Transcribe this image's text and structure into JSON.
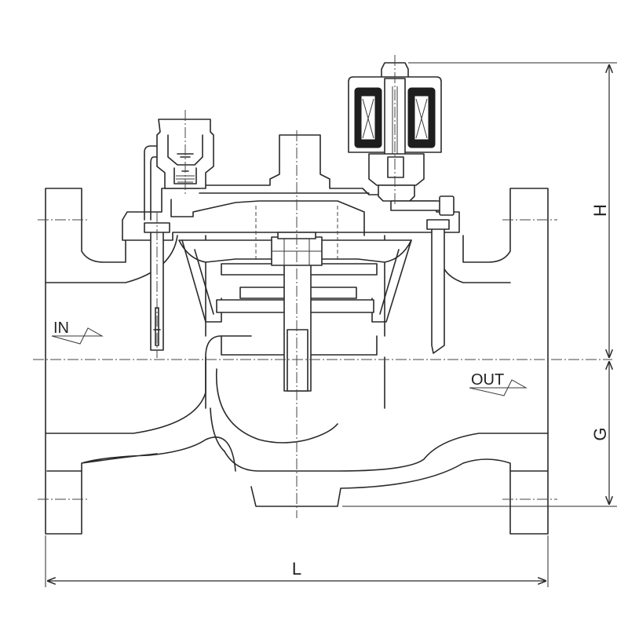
{
  "labels": {
    "inlet": "IN",
    "outlet": "OUT",
    "dim_height": "H",
    "dim_depth": "G",
    "dim_length": "L"
  }
}
